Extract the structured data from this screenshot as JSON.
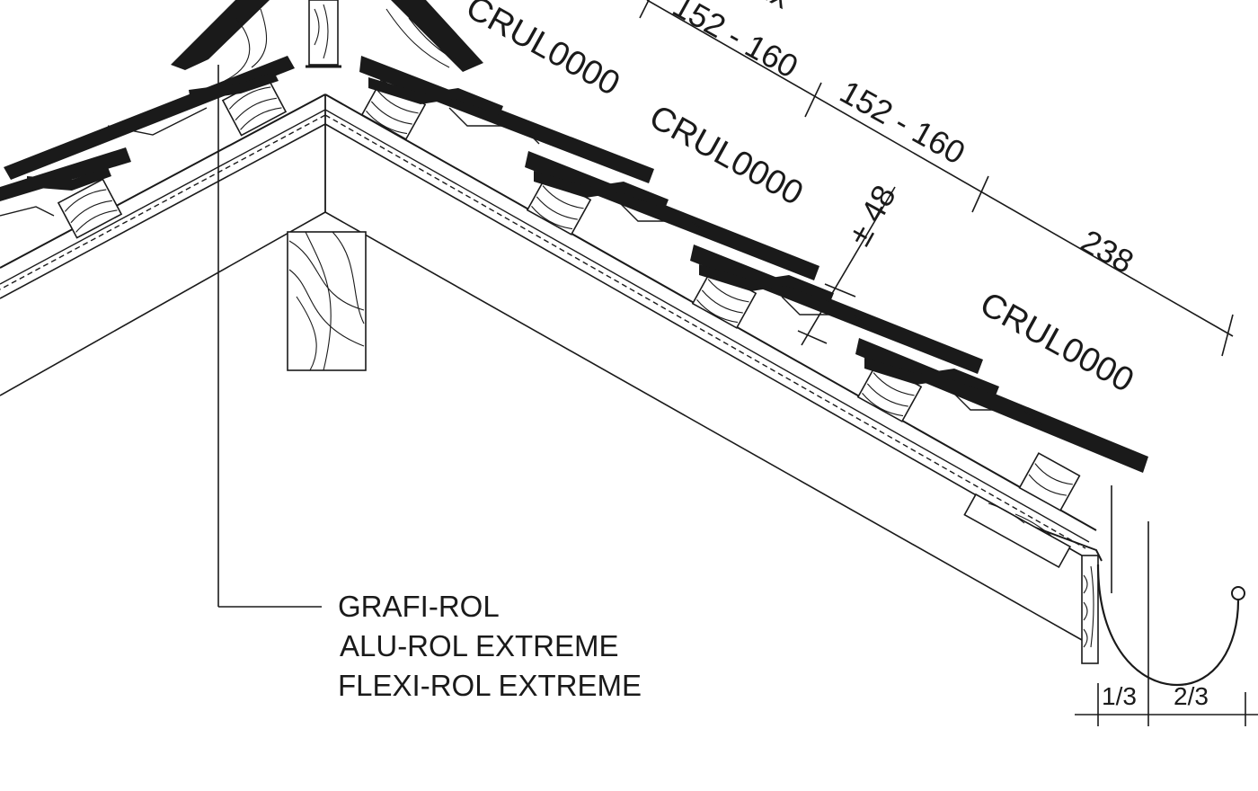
{
  "colors": {
    "line": "#1a1a1a",
    "background": "#ffffff"
  },
  "dimensions": {
    "top_fragment": "nx",
    "d1": "152 - 160",
    "d2": "152 - 160",
    "d3": "238",
    "lap": "± 48",
    "third": "1/3",
    "two_thirds": "2/3"
  },
  "tile_codes": [
    "CRUL0000",
    "CRUL0000",
    "CRUL0000"
  ],
  "legend": {
    "line1": "GRAFI-ROL",
    "line2": "ALU-ROL EXTREME",
    "line3": "FLEXI-ROL EXTREME"
  }
}
